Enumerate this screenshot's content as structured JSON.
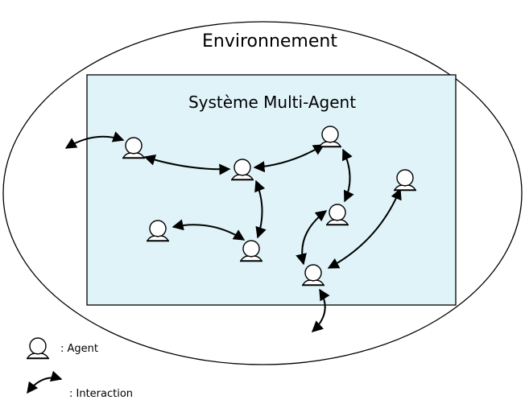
{
  "environment": {
    "label": "Environnement"
  },
  "mas": {
    "label": "Système Multi-Agent",
    "fill": "#dff3f9",
    "stroke": "#000000"
  },
  "legend": {
    "agent_label": ": Agent",
    "interaction_label": ": Interaction"
  },
  "colors": {
    "line": "#000000",
    "agent_fill": "#ffffff"
  }
}
